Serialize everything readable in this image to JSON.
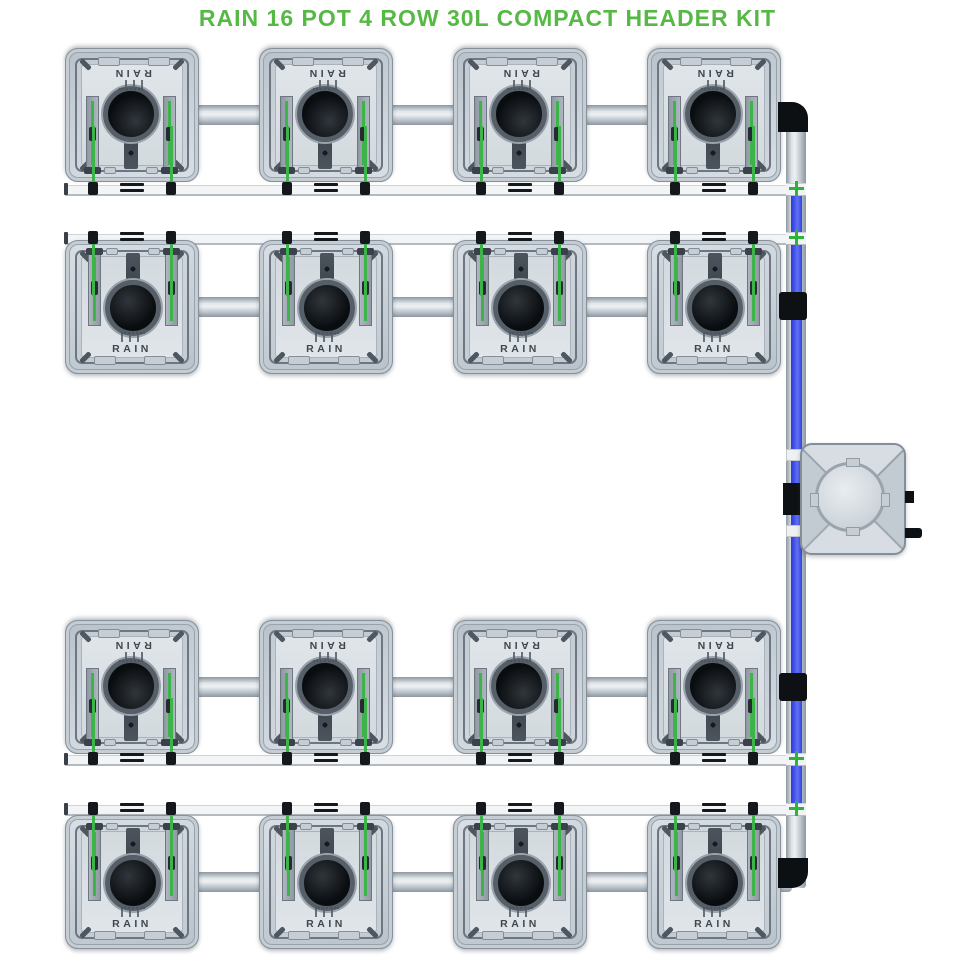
{
  "title": "RAIN 16 POT 4 ROW 30L COMPACT HEADER KIT",
  "pot": {
    "label": "RAIN",
    "count": 16,
    "volume": "30L"
  },
  "layout": {
    "rows": 4,
    "pots_per_row": 4
  },
  "colors": {
    "accent_green": "#56b845",
    "drip_line_green": "#3cb44a",
    "main_line_blue": "#4150e8",
    "pipe_silver": "#c9d0d6",
    "return_pipe_white": "#f2f4f6",
    "fitting_black": "#0e1114",
    "pot_body_grey": "#c3cbd3"
  }
}
